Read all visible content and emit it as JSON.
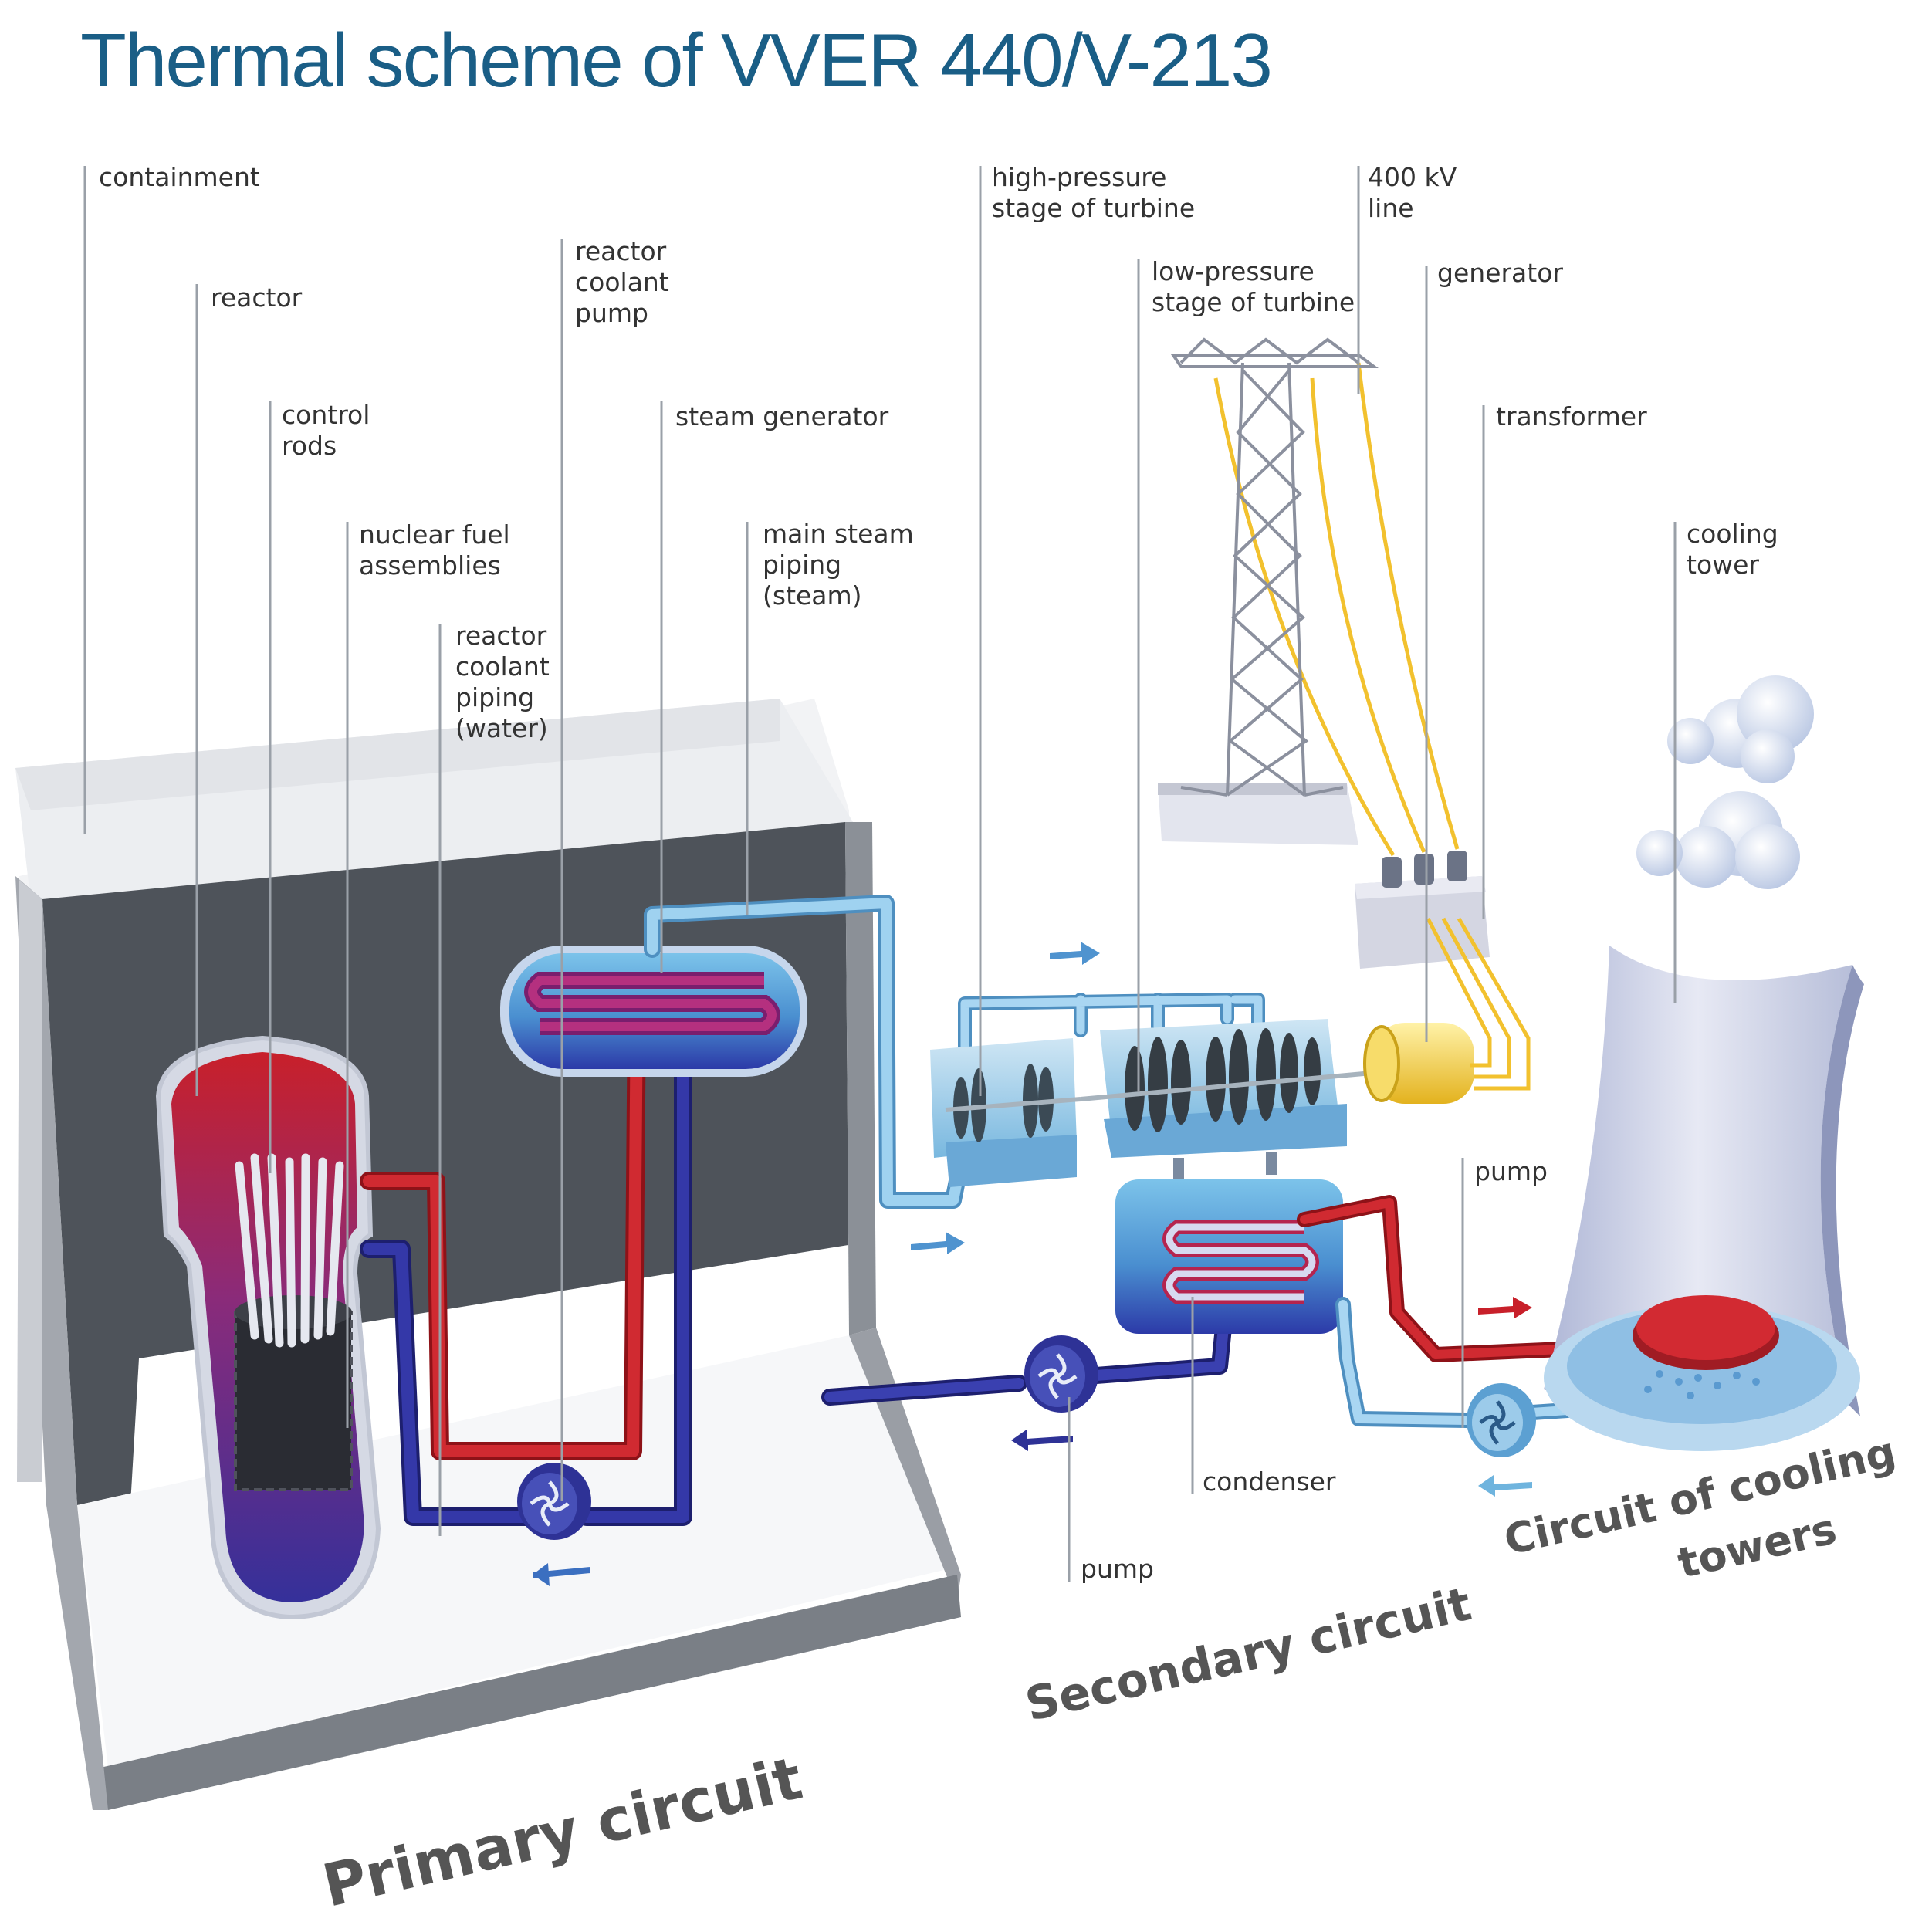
{
  "title": "Thermal scheme of VVER 440/V-213",
  "labels": {
    "containment": "containment",
    "reactor": "reactor",
    "control_rods": "control\nrods",
    "fuel_assemblies": "nuclear fuel\nassemblies",
    "coolant_piping": "reactor\ncoolant\npiping\n(water)",
    "coolant_pump": "reactor\ncoolant\npump",
    "steam_generator": "steam generator",
    "main_steam_piping": "main steam\npiping\n(steam)",
    "hp_turbine": "high-pressure\nstage of turbine",
    "lp_turbine": "low-pressure\nstage of turbine",
    "line_400kv": "400 kV\nline",
    "generator": "generator",
    "transformer": "transformer",
    "cooling_tower": "cooling\ntower",
    "pump_cooling": "pump",
    "condenser": "condenser",
    "pump_secondary": "pump"
  },
  "circuits": {
    "primary": "Primary circuit",
    "secondary": "Secondary circuit",
    "cooling_line1": "Circuit of cooling",
    "cooling_line2": "towers"
  },
  "colors": {
    "title": "#1a5e86",
    "hot_water": "#c8202a",
    "cold_water": "#2a2e9a",
    "steam": "#6fb4de",
    "power_line": "#f2c12e",
    "containment": "#d8dbe0"
  }
}
